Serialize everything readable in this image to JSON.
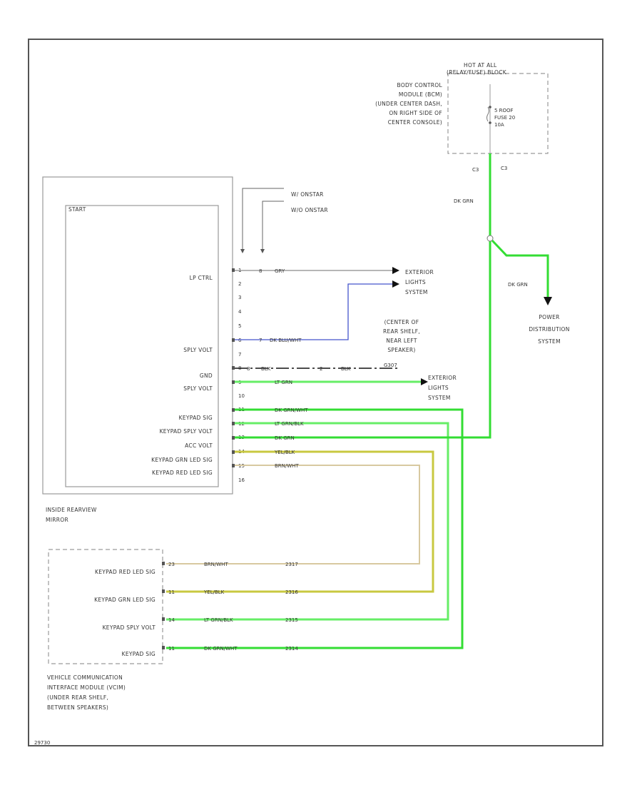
{
  "colors": {
    "frame": "#555555",
    "box": "#9a9a9a",
    "wire_gray": "#8a8a8a",
    "wire_blue": "#4455cc",
    "wire_green": "#33dd33",
    "wire_lt_green": "#66ee66",
    "wire_yellow": "#c8c840",
    "wire_tan": "#d8c9a0",
    "wire_black": "#111111"
  },
  "fuse_block": {
    "title_line1": "HOT AT ALL",
    "title_line2": "(RELAY/FUSE) BLOCK",
    "fuse_label_1": "5 ROOF",
    "fuse_label_2": "FUSE 20",
    "fuse_label_3": "10A",
    "connector_left": "C3",
    "connector_right": "C3",
    "wire_color": "DK GRN"
  },
  "bcm_location": {
    "line1": "BODY CONTROL",
    "line2": "MODULE (BCM)",
    "line3": "(UNDER CENTER DASH,",
    "line4": "ON RIGHT SIDE OF",
    "line5": "CENTER CONSOLE)"
  },
  "power_dist": {
    "wire_color": "DK GRN",
    "line1": "POWER",
    "line2": "DISTRIBUTION",
    "line3": "SYSTEM"
  },
  "onstar": {
    "with": "W/ ONSTAR",
    "without": "W/O ONSTAR"
  },
  "mirror": {
    "inner_label": "START",
    "name_line1": "INSIDE REARVIEW",
    "name_line2": "MIRROR",
    "pin_labels": {
      "lp_ctrl": "LP CTRL",
      "sply_volt_a": "SPLY VOLT",
      "gnd": "GND",
      "sply_volt_b": "SPLY VOLT",
      "kp_sig": "KEYPAD SIG",
      "kp_sply": "KEYPAD SPLY VOLT",
      "acc_volt": "ACC VOLT",
      "kp_grn_led": "KEYPAD GRN LED SIG",
      "kp_red_led": "KEYPAD RED LED SIG"
    },
    "pins": {
      "p1": "1",
      "p2": "2",
      "p3": "3",
      "p4": "4",
      "p5": "5",
      "p6": "6",
      "p7": "7",
      "p8": "8",
      "p9": "9",
      "p10": "10",
      "p11": "11",
      "p12": "12",
      "p13": "13",
      "p14": "14",
      "p15": "15",
      "p16": "16"
    }
  },
  "wires": {
    "w1_circuit": "8",
    "w1_color": "GRY",
    "w2_circuit": "7",
    "w2_color": "DK BLU/WHT",
    "w3_circuit": "8",
    "w3_color": "BLK",
    "w3b_circuit": "2",
    "w3b_color": "BLK",
    "w4_color": "LT GRN",
    "w5_color": "DK GRN/WHT",
    "w6_color": "LT GRN/BLK",
    "w7_color": "DK GRN",
    "w8_color": "YEL/BLK",
    "w9_color": "BRN/WHT"
  },
  "destinations": {
    "ext1_line1": "EXTERIOR",
    "ext1_line2": "LIGHTS",
    "ext1_line3": "SYSTEM",
    "ext2_line1": "EXTERIOR",
    "ext2_line2": "LIGHTS",
    "ext2_line3": "SYSTEM",
    "gnd_line1": "(CENTER OF",
    "gnd_line2": "REAR SHELF,",
    "gnd_line3": "NEAR LEFT",
    "gnd_line4": "SPEAKER)",
    "gnd_id": "G307"
  },
  "vcim": {
    "labels": {
      "red_led": "KEYPAD RED LED SIG",
      "grn_led": "KEYPAD GRN LED SIG",
      "sply": "KEYPAD SPLY VOLT",
      "sig": "KEYPAD SIG"
    },
    "pins": {
      "a": "23",
      "b": "11",
      "c": "14",
      "d": "11"
    },
    "wire_colors": {
      "a": "BRN/WHT",
      "b": "YEL/BLK",
      "c": "LT GRN/BLK",
      "d": "DK GRN/WHT"
    },
    "circuits": {
      "a": "2317",
      "b": "2316",
      "c": "2315",
      "d": "2314"
    },
    "name_line1": "VEHICLE COMMUNICATION",
    "name_line2": "INTERFACE MODULE (VCIM)",
    "name_line3": "(UNDER REAR SHELF,",
    "name_line4": "BETWEEN SPEAKERS)"
  },
  "footer_id": "29730"
}
